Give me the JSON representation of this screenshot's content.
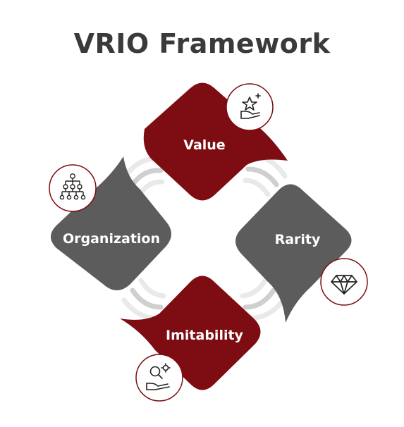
{
  "title": "VRIO Framework",
  "colors": {
    "red": "#7d0d12",
    "gray": "#5c5c5c",
    "arc_dark": "#cfcfcf",
    "arc_light": "#e9e9e9",
    "circle_border": "#7d0d12"
  },
  "items": [
    {
      "label": "Value",
      "color": "red",
      "icon": "star-hand-icon"
    },
    {
      "label": "Rarity",
      "color": "gray",
      "icon": "diamond-icon"
    },
    {
      "label": "Imitability",
      "color": "red",
      "icon": "gear-hand-icon"
    },
    {
      "label": "Organization",
      "color": "gray",
      "icon": "org-chart-icon"
    }
  ]
}
